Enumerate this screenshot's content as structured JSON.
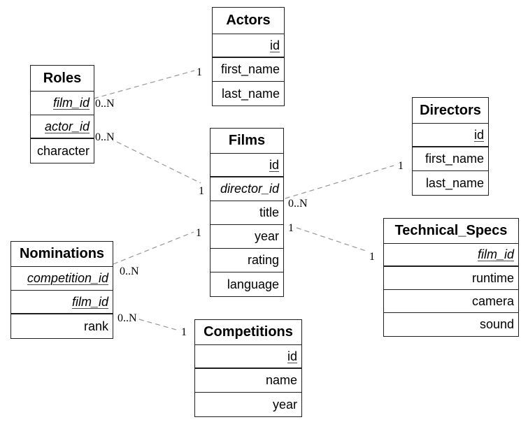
{
  "diagram": {
    "type": "entity-relationship",
    "tables": [
      {
        "name": "Roles",
        "fields": [
          {
            "text": "film_id",
            "pk": true,
            "fk": true
          },
          {
            "text": "actor_id",
            "pk": true,
            "fk": true
          },
          {
            "text": "character",
            "pk": false,
            "fk": false
          }
        ]
      },
      {
        "name": "Actors",
        "fields": [
          {
            "text": "id",
            "pk": true,
            "fk": false
          },
          {
            "text": "first_name",
            "pk": false,
            "fk": false
          },
          {
            "text": "last_name",
            "pk": false,
            "fk": false
          }
        ]
      },
      {
        "name": "Films",
        "fields": [
          {
            "text": "id",
            "pk": true,
            "fk": false
          },
          {
            "text": "director_id",
            "pk": false,
            "fk": true
          },
          {
            "text": "title",
            "pk": false,
            "fk": false
          },
          {
            "text": "year",
            "pk": false,
            "fk": false
          },
          {
            "text": "rating",
            "pk": false,
            "fk": false
          },
          {
            "text": "language",
            "pk": false,
            "fk": false
          }
        ]
      },
      {
        "name": "Directors",
        "fields": [
          {
            "text": "id",
            "pk": true,
            "fk": false
          },
          {
            "text": "first_name",
            "pk": false,
            "fk": false
          },
          {
            "text": "last_name",
            "pk": false,
            "fk": false
          }
        ]
      },
      {
        "name": "Nominations",
        "fields": [
          {
            "text": "competition_id",
            "pk": true,
            "fk": true
          },
          {
            "text": "film_id",
            "pk": true,
            "fk": true
          },
          {
            "text": "rank",
            "pk": false,
            "fk": false
          }
        ]
      },
      {
        "name": "Technical_Specs",
        "fields": [
          {
            "text": "film_id",
            "pk": true,
            "fk": true
          },
          {
            "text": "runtime",
            "pk": false,
            "fk": false
          },
          {
            "text": "camera",
            "pk": false,
            "fk": false
          },
          {
            "text": "sound",
            "pk": false,
            "fk": false
          }
        ]
      },
      {
        "name": "Competitions",
        "fields": [
          {
            "text": "id",
            "pk": true,
            "fk": false
          },
          {
            "text": "name",
            "pk": false,
            "fk": false
          },
          {
            "text": "year",
            "pk": false,
            "fk": false
          }
        ]
      }
    ],
    "relationships": [
      {
        "from": "Roles",
        "to": "Actors",
        "from_card": "0..N",
        "to_card": "1"
      },
      {
        "from": "Roles",
        "to": "Films",
        "from_card": "0..N",
        "to_card": "1"
      },
      {
        "from": "Nominations",
        "to": "Films",
        "from_card": "0..N",
        "to_card": "1"
      },
      {
        "from": "Nominations",
        "to": "Competitions",
        "from_card": "0..N",
        "to_card": "1"
      },
      {
        "from": "Films",
        "to": "Directors",
        "from_card": "0..N",
        "to_card": "1"
      },
      {
        "from": "Films",
        "to": "Technical_Specs",
        "from_card": "1",
        "to_card": "1"
      }
    ],
    "colors": {
      "background": "#ffffff",
      "border": "#1f1f1f",
      "text": "#000000",
      "relationship_line": "#969696"
    }
  }
}
